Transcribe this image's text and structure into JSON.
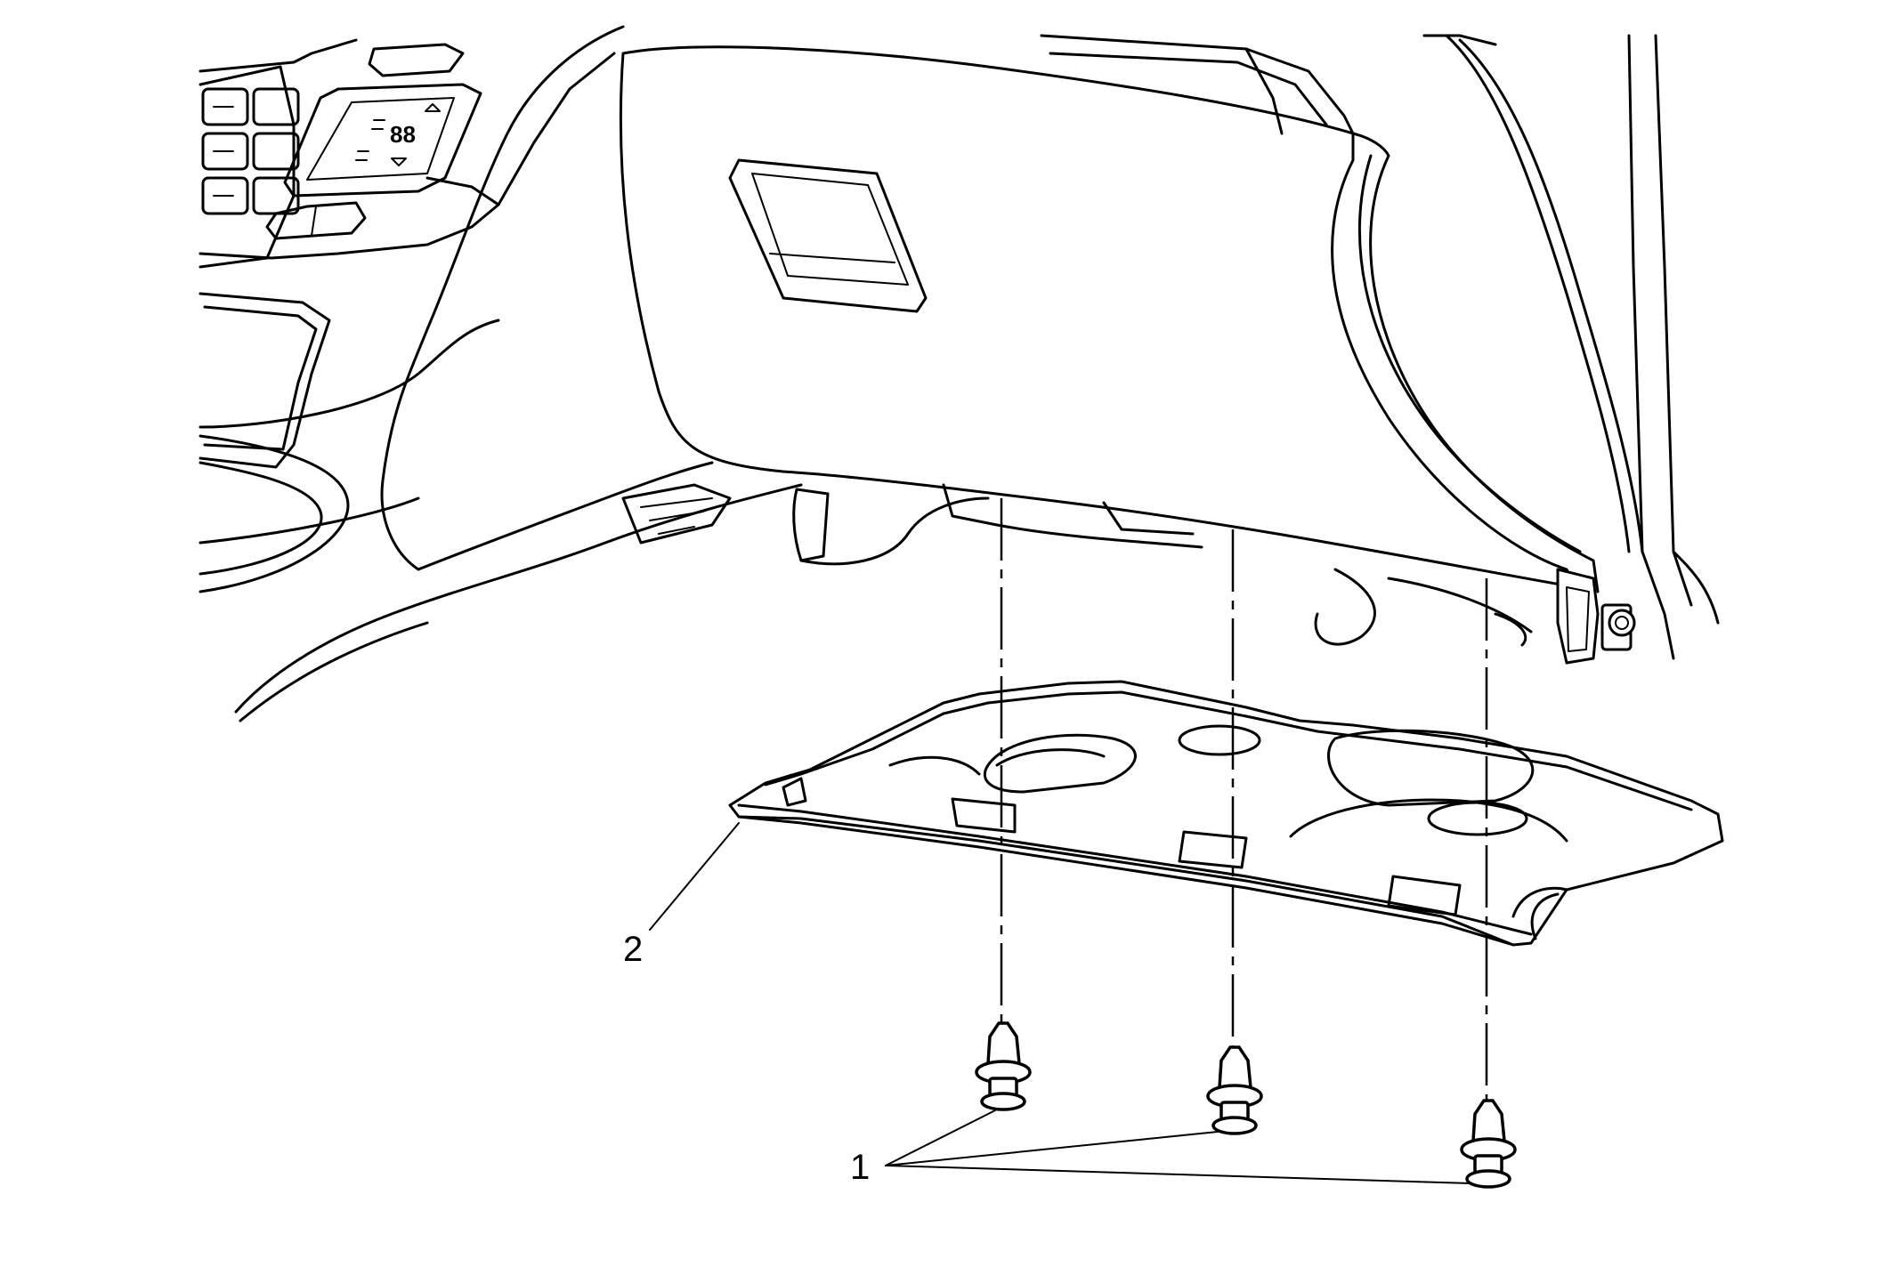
{
  "diagram": {
    "callouts": [
      {
        "id": "1",
        "label": "1"
      },
      {
        "id": "2",
        "label": "2"
      }
    ],
    "display": {
      "readout": "88"
    }
  }
}
